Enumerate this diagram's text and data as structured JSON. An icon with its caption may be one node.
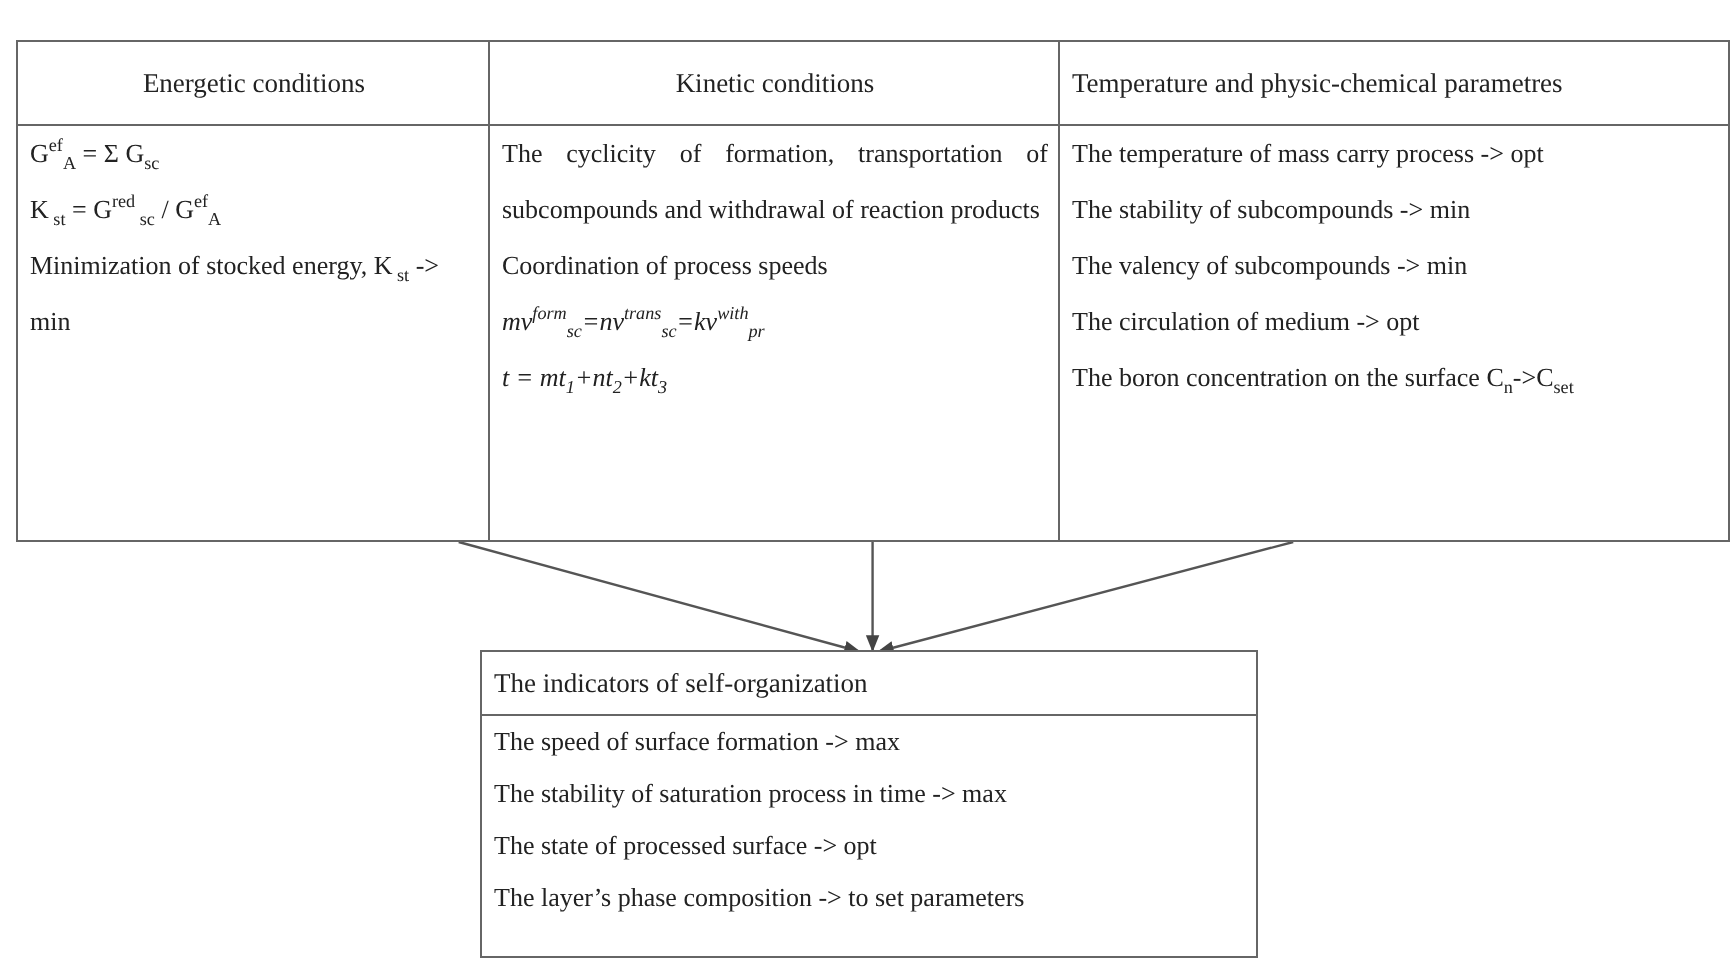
{
  "diagram": {
    "nodes": [
      {
        "text": [
          "Energetic conditions",
          "G$^{ef}$$_{A}$ = Σ G$_{sc}$",
          "K$_{ st}$ = G$^{red}$$_{ sc}$ / G$^{ef}$$_{A}$",
          "Minimization of stocked energy, K$_{ st}$ -> min"
        ]
      },
      {
        "text": [
          "Kinetic conditions",
          "The cyclicity of formation, transportation of subcompounds and withdrawal of reaction products",
          "Coordination of process speeds",
          "mv$^{form}$$_{sc}$=nv$^{trans}$$_{sc}$=kv$^{with}$$_{pr}$",
          "t = mt$_{1}$+nt$_{2}$+kt$_{3}$"
        ]
      },
      {
        "text": [
          "Temperature and physic-chemical parametres",
          "The temperature of mass carry process -> opt",
          "The stability of subcompounds -> min",
          "The valency of subcompounds -> min",
          "The circulation of medium -> opt",
          "The boron concentration on the surface C$_{n}$->C$_{set}$"
        ]
      },
      {
        "text": [
          "The indicators of self-organization",
          "The speed of surface formation -> max",
          "The stability of saturation process in time -> max",
          "The state of processed surface -> opt",
          "The layer’s phase composition -> to set parameters"
        ]
      }
    ],
    "edges": [
      {
        "from": 0,
        "to": 3,
        "arrow": "to"
      },
      {
        "from": 1,
        "to": 3,
        "arrow": "to"
      },
      {
        "from": 2,
        "to": 3,
        "arrow": "to"
      }
    ]
  }
}
